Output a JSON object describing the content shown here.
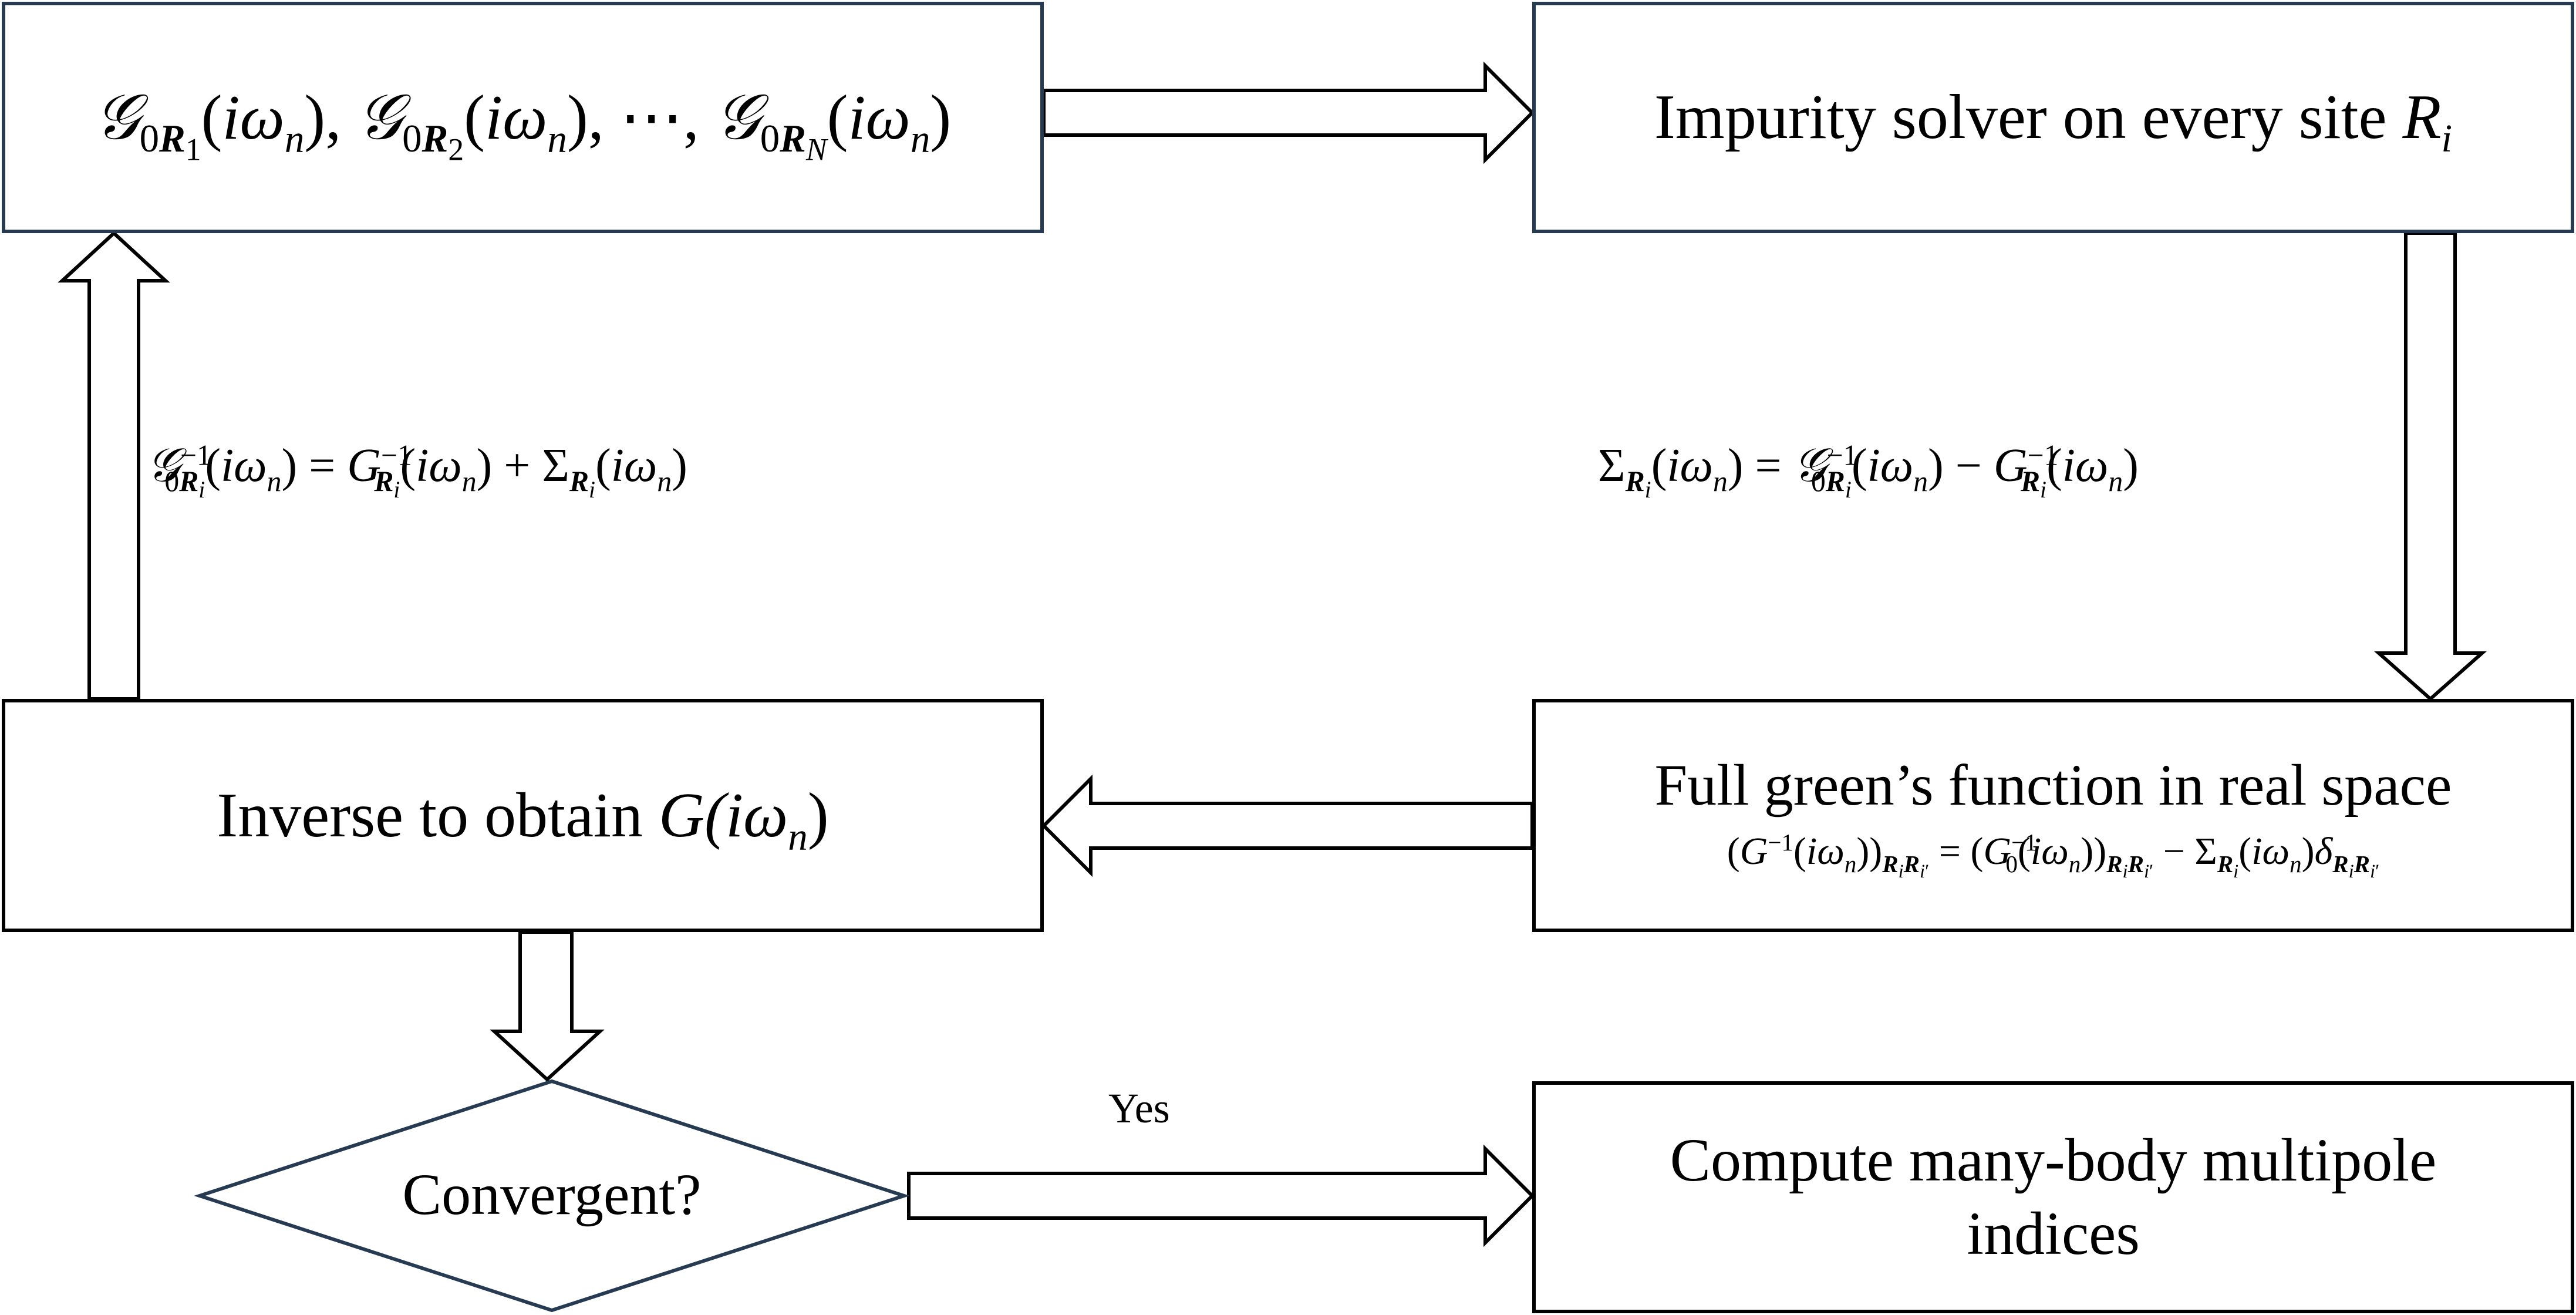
{
  "boxes": {
    "impurity_solver": {
      "text": "Impurity solver on every site ",
      "var": "R",
      "sub": "i"
    },
    "inverse": {
      "text": "Inverse to obtain ",
      "var": "G",
      "arg": "(iω",
      "arg_sub": "n",
      "arg_close": ")"
    },
    "full_green": {
      "title": "Full green’s function in real space"
    },
    "convergent": {
      "text": "Convergent?"
    },
    "compute": {
      "line1": "Compute many-body multipole",
      "line2": "indices"
    }
  },
  "edge_labels": {
    "yes": "Yes"
  },
  "colors": {
    "navy_border": "#263a52",
    "black": "#000000"
  }
}
